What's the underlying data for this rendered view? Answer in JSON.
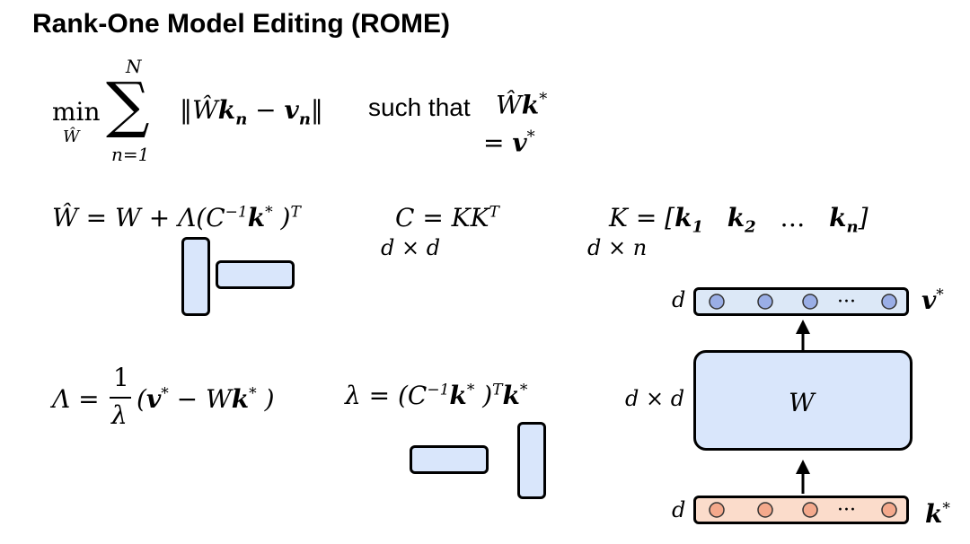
{
  "title": "Rank-One Model Editing (ROME)",
  "objective": {
    "min_op": "min",
    "min_sub": "Ŵ",
    "sum_upper": "N",
    "sum_lower": "n=1",
    "norm_expr": "‖Ŵk_n − v_n‖",
    "constraint_text": "such that",
    "constraint_lhs": "Ŵk*",
    "constraint_rhs": "= v*"
  },
  "update_eq": "Ŵ = W + Λ(C⁻¹k* )ᵀ",
  "cov_eq": "C = KKᵀ",
  "cov_dim": "d × d",
  "keys_eq": "K = [k₁  k₂  …  kₙ]",
  "keys_dim": "d × n",
  "lambda_cap_eq": "Λ = 1/λ (v* − Wk* )",
  "lambda_eq": "λ = (C⁻¹k* )ᵀk*",
  "network": {
    "top_dim": "d",
    "top_label": "v*",
    "mid_dim": "d × d",
    "mid_label": "W",
    "bottom_dim": "d",
    "bottom_label": "k*",
    "ellipsis": "···",
    "top_color": "#dce8f7",
    "bottom_color": "#fbdccb",
    "node_top_color": "#9aaee6",
    "node_bottom_color": "#f4a98c",
    "box_color": "#d9e6fb"
  }
}
